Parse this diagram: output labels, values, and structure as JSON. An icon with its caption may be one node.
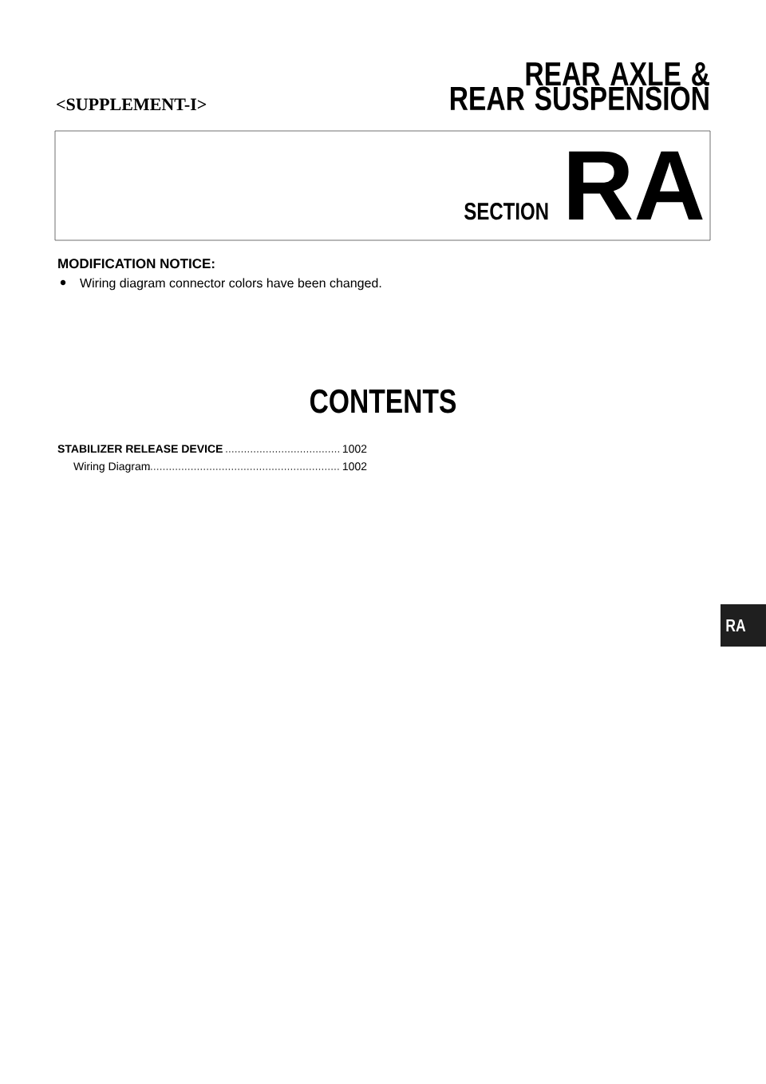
{
  "diagram": {
    "title": "REAR AXLE & REAR SUSPENSION",
    "nodes": [
      {
        "text": [
          "SECTION",
          "RA"
        ]
      },
      {
        "text": [
          "RA"
        ]
      }
    ],
    "labels": [
      "<SUPPLEMENT-I>",
      "MODIFICATION NOTICE:",
      "Wiring diagram connector colors have been changed.",
      "CONTENTS",
      "STABILIZER RELEASE DEVICE",
      "1002",
      "Wiring Diagram",
      "1002"
    ]
  }
}
